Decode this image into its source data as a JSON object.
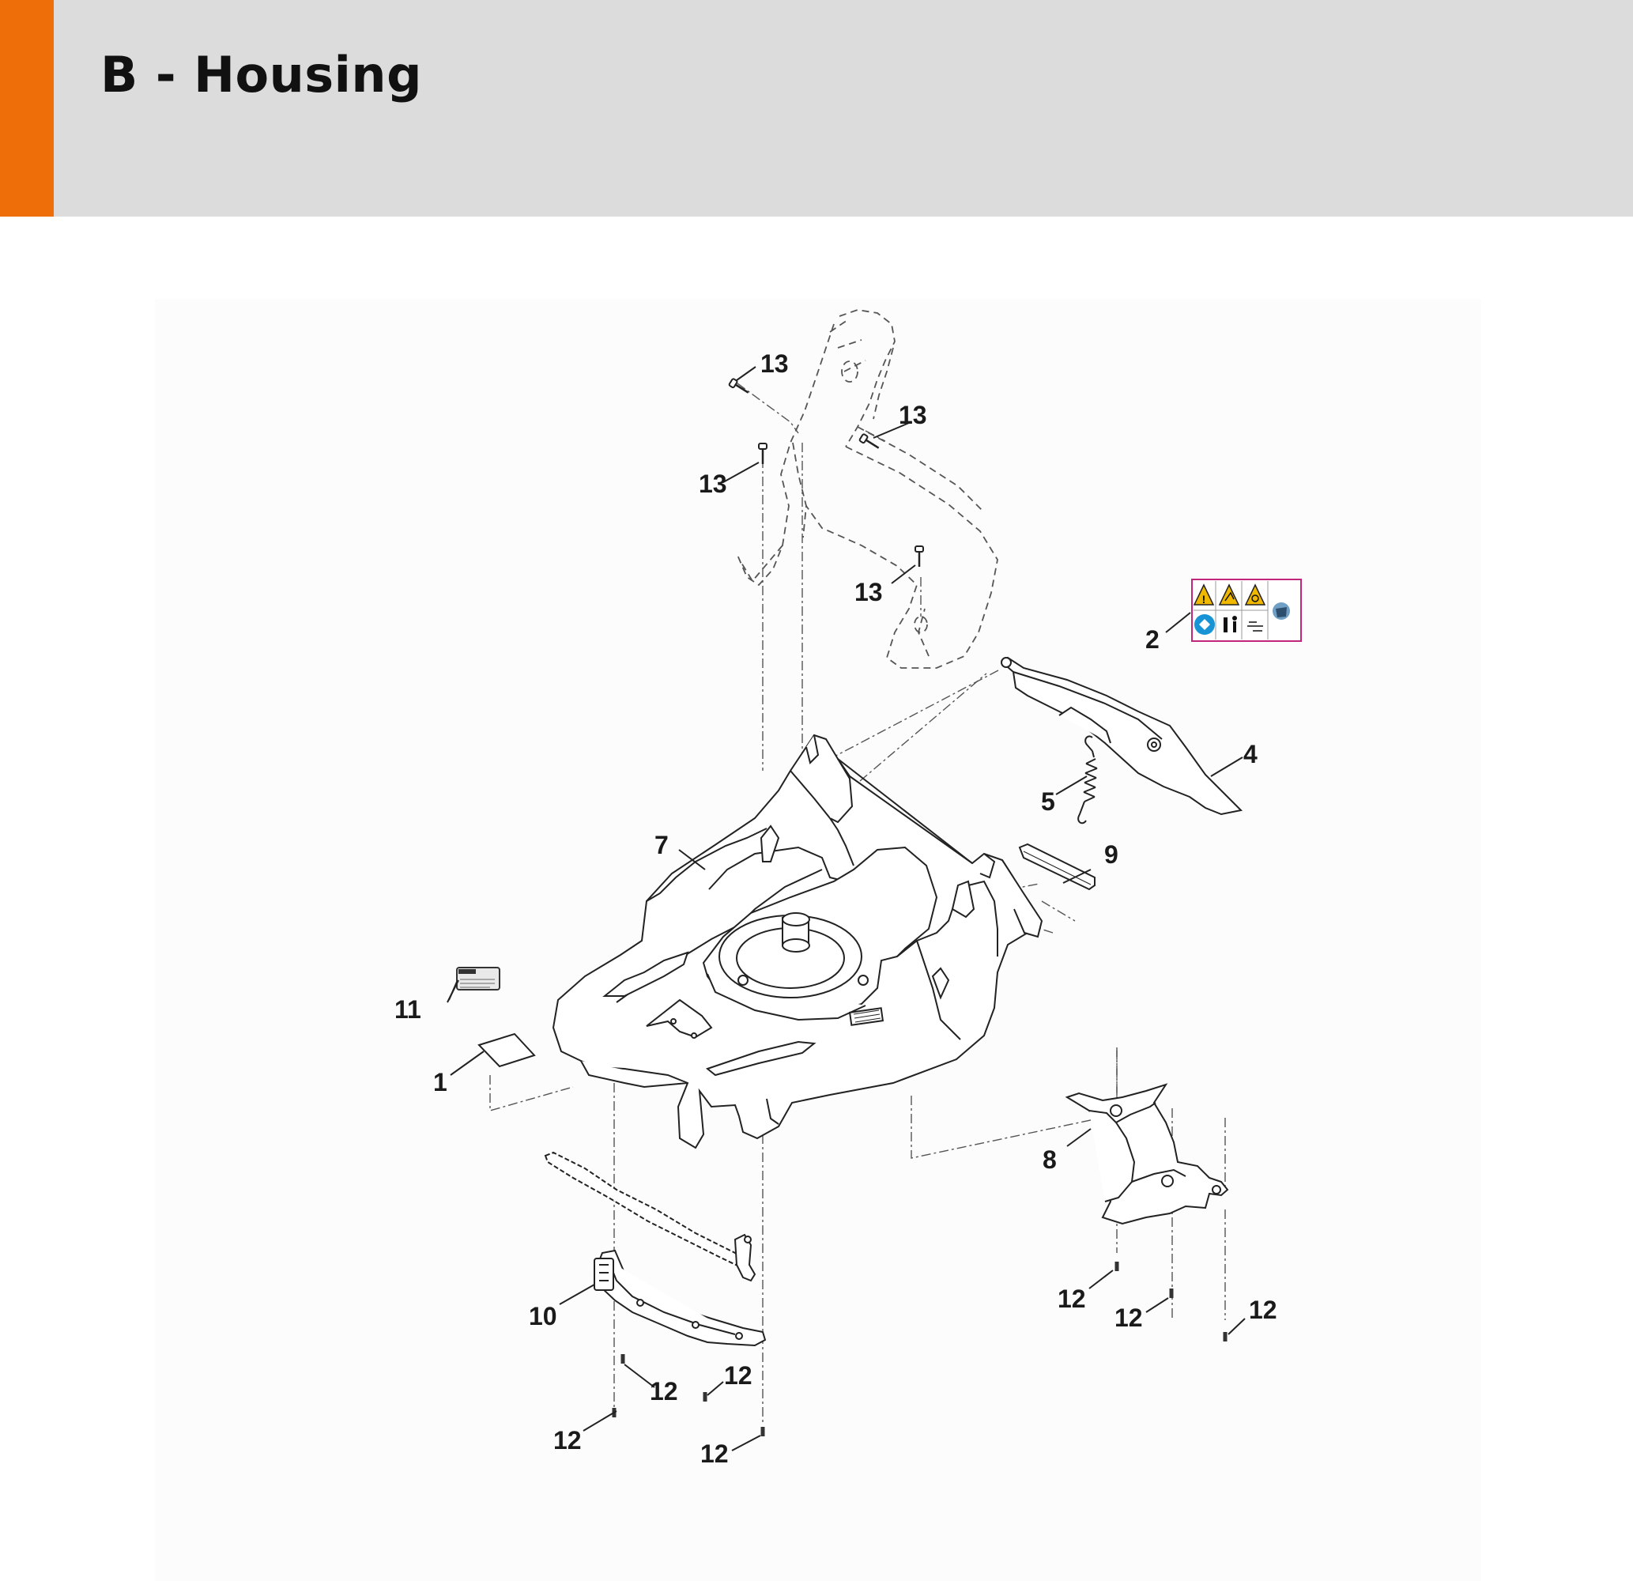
{
  "header": {
    "title": "B - Housing",
    "accent_color": "#ee6f0a",
    "background_color": "#dcdcdc"
  },
  "callouts": {
    "c1": "1",
    "c2": "2",
    "c4": "4",
    "c5": "5",
    "c7": "7",
    "c8": "8",
    "c9": "9",
    "c10": "10",
    "c11": "11",
    "c12": "12",
    "c13": "13"
  },
  "icons": {
    "warning_label": "warning-label-icon",
    "rating_plate": "rating-plate-icon"
  }
}
